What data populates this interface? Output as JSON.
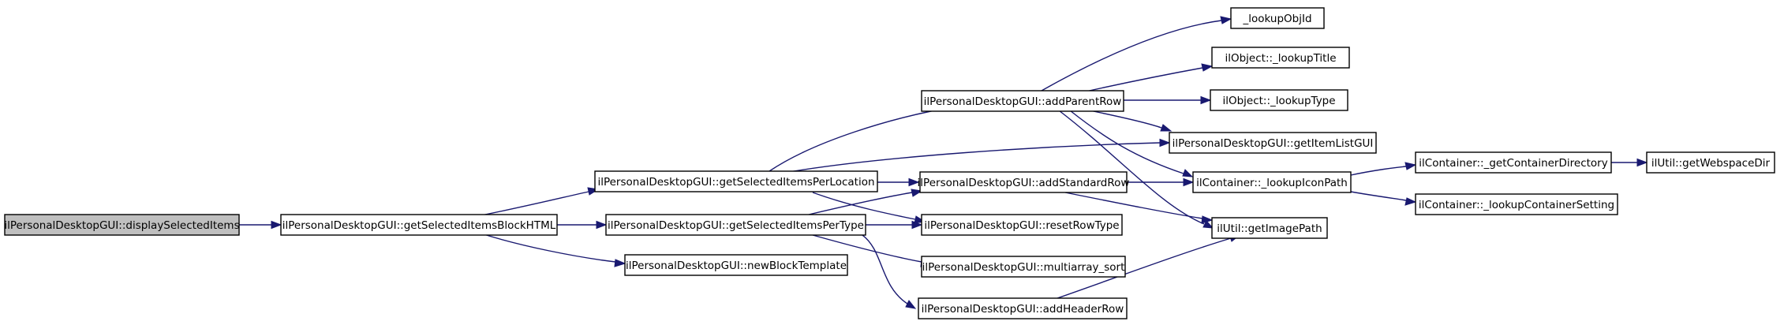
{
  "colors": {
    "edge": "#191970",
    "root_fill": "#bfbfbf",
    "node_fill": "#ffffff",
    "border": "#000000"
  },
  "nodes": [
    {
      "id": "n_display",
      "label": "ilPersonalDesktopGUI::displaySelectedItems",
      "root": true
    },
    {
      "id": "n_blockhtml",
      "label": "ilPersonalDesktopGUI::getSelectedItemsBlockHTML"
    },
    {
      "id": "n_perloc",
      "label": "ilPersonalDesktopGUI::getSelectedItemsPerLocation"
    },
    {
      "id": "n_pertype",
      "label": "ilPersonalDesktopGUI::getSelectedItemsPerType"
    },
    {
      "id": "n_newblock",
      "label": "ilPersonalDesktopGUI::newBlockTemplate"
    },
    {
      "id": "n_addparent",
      "label": "ilPersonalDesktopGUI::addParentRow"
    },
    {
      "id": "n_addstd",
      "label": "ilPersonalDesktopGUI::addStandardRow"
    },
    {
      "id": "n_reset",
      "label": "ilPersonalDesktopGUI::resetRowType"
    },
    {
      "id": "n_multisort",
      "label": "ilPersonalDesktopGUI::multiarray_sort"
    },
    {
      "id": "n_addheader",
      "label": "ilPersonalDesktopGUI::addHeaderRow"
    },
    {
      "id": "n_lookupobj",
      "label": "_lookupObjId"
    },
    {
      "id": "n_lookuptitle",
      "label": "ilObject::_lookupTitle"
    },
    {
      "id": "n_lookuptype",
      "label": "ilObject::_lookupType"
    },
    {
      "id": "n_itemlist",
      "label": "ilPersonalDesktopGUI::getItemListGUI"
    },
    {
      "id": "n_iconpath",
      "label": "ilContainer::_lookupIconPath"
    },
    {
      "id": "n_imagepath",
      "label": "ilUtil::getImagePath"
    },
    {
      "id": "n_contdir",
      "label": "ilContainer::_getContainerDirectory"
    },
    {
      "id": "n_contset",
      "label": "ilContainer::_lookupContainerSetting"
    },
    {
      "id": "n_webspace",
      "label": "ilUtil::getWebspaceDir"
    }
  ]
}
